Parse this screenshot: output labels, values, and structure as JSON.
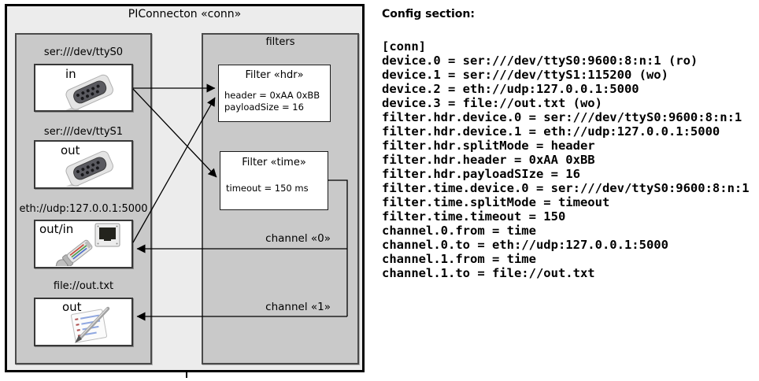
{
  "diagram": {
    "title": "PIConnecton «conn»",
    "devices_panel": {
      "devices": [
        {
          "label": "ser:///dev/ttyS0",
          "port": "in",
          "icon": "db9-serial-connector"
        },
        {
          "label": "ser:///dev/ttyS1",
          "port": "out",
          "icon": "db9-serial-connector"
        },
        {
          "label": "eth://udp:127.0.0.1:5000",
          "port": "out/in",
          "icon": "rj45-ethernet-connector"
        },
        {
          "label": "file://out.txt",
          "port": "out",
          "icon": "notepad-pen"
        }
      ]
    },
    "filters_panel": {
      "title": "filters",
      "filters": [
        {
          "title": "Filter «hdr»",
          "properties": [
            "header = 0xAA 0xBB",
            "payloadSize = 16"
          ]
        },
        {
          "title": "Filter «time»",
          "properties": [
            "timeout = 150 ms"
          ]
        }
      ]
    },
    "channels": [
      {
        "label": "channel «0»"
      },
      {
        "label": "channel «1»"
      }
    ],
    "colors": {
      "frame_background": "#ececec",
      "panel_background": "#c9c9c9",
      "box_background": "#ffffff",
      "line_color": "#000000"
    }
  },
  "config": {
    "heading": "Config section:",
    "lines": [
      "[conn]",
      "device.0 = ser:///dev/ttyS0:9600:8:n:1 (ro)",
      "device.1 = ser:///dev/ttyS1:115200 (wo)",
      "device.2 = eth://udp:127.0.0.1:5000",
      "device.3 = file://out.txt (wo)",
      "filter.hdr.device.0 = ser:///dev/ttyS0:9600:8:n:1",
      "filter.hdr.device.1 = eth://udp:127.0.0.1:5000",
      "filter.hdr.splitMode = header",
      "filter.hdr.header = 0xAA 0xBB",
      "filter.hdr.payloadSIze = 16",
      "filter.time.device.0 = ser:///dev/ttyS0:9600:8:n:1",
      "filter.time.splitMode = timeout",
      "filter.time.timeout = 150",
      "channel.0.from = time",
      "channel.0.to = eth://udp:127.0.0.1:5000",
      "channel.1.from = time",
      "channel.1.to = file://out.txt"
    ]
  }
}
